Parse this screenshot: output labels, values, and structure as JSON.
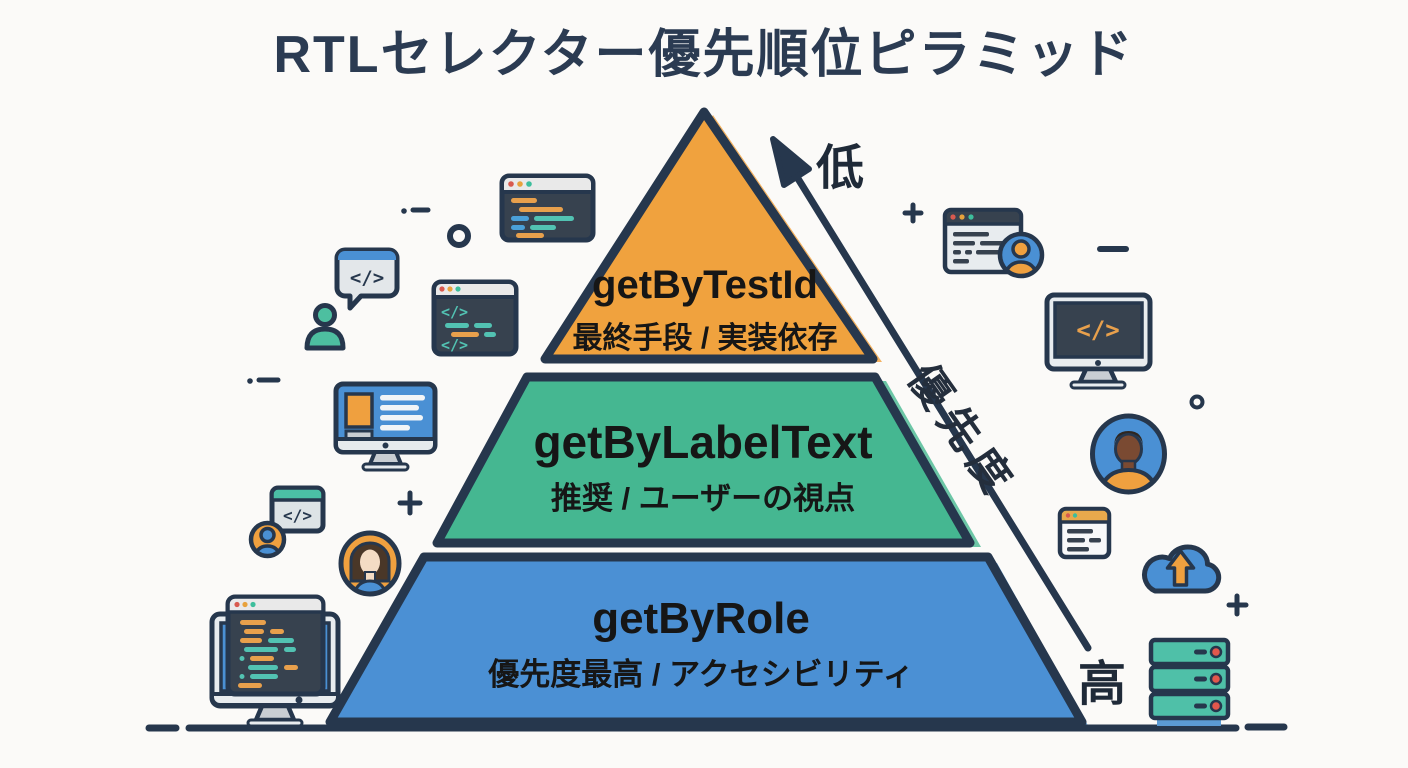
{
  "title": "RTLセレクター優先順位ピラミッド",
  "pyramid": {
    "levels": [
      {
        "name": "getByTestId",
        "description": "最終手段 / 実装依存",
        "color": "#F0A23E"
      },
      {
        "name": "getByLabelText",
        "description": "推奨 / ユーザーの視点",
        "color": "#45B791"
      },
      {
        "name": "getByRole",
        "description": "優先度最高 / アクセシビリティ",
        "color": "#4B90D4"
      }
    ]
  },
  "axis": {
    "label": "優先度",
    "low": "低",
    "high": "高"
  },
  "colors": {
    "background": "#FBFAF8",
    "outline": "#26374D",
    "title_text": "#2B3B52",
    "level_text": "#161616",
    "orange": "#F0A23E",
    "teal": "#45B791",
    "blue": "#4B90D4"
  },
  "icons": {
    "decorative": [
      "code-window-icon",
      "editor-window-icon",
      "speech-bubble-code-icon",
      "person-icon",
      "monitor-document-icon",
      "code-tab-icon",
      "user-avatar-small-icon",
      "woman-avatar-icon",
      "workstation-code-icon",
      "browser-user-icon",
      "monitor-code-icon",
      "man-avatar-icon",
      "document-icon",
      "cloud-upload-icon",
      "server-stack-icon",
      "plus-sign",
      "minus-sign",
      "dot-dash-mark",
      "circle-mark"
    ]
  }
}
